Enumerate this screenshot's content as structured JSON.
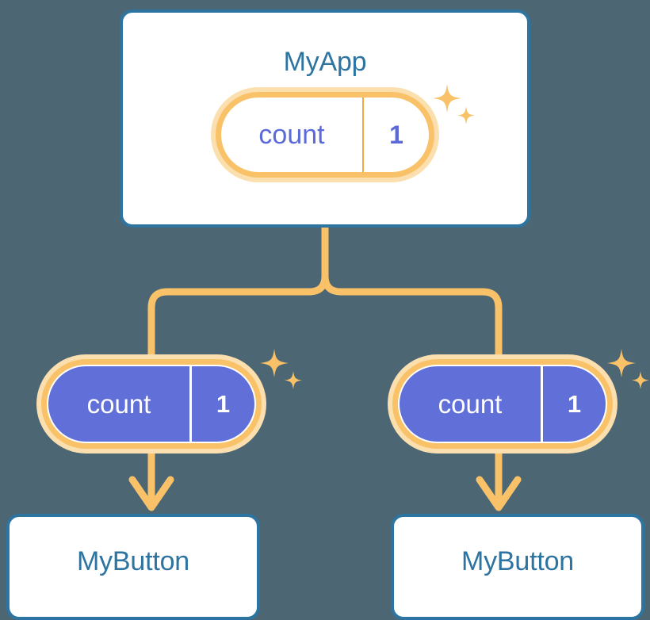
{
  "diagram": {
    "title": "MyApp prop drilling tree",
    "background_color": "#4c6773",
    "palette": {
      "card_border": "#2e74a0",
      "card_fill": "#ffffff",
      "title_text": "#2e74a0",
      "pill_halo": "#fbdfae",
      "pill_ring": "#f9c268",
      "pill_fill_purple": "#6170d8",
      "pill_text_purple": "#5b6ad8",
      "pill_text_white": "#ffffff",
      "connector": "#f9c268",
      "sparkle": "#f9c268"
    }
  },
  "root": {
    "card_label": "MyApp",
    "state_pill": {
      "key": "count",
      "value": "1",
      "style": "outlined"
    },
    "sparkle_icon": "sparkle-icon"
  },
  "children": [
    {
      "prop_pill": {
        "key": "count",
        "value": "1",
        "style": "filled"
      },
      "sparkle_icon": "sparkle-icon",
      "card_label": "MyButton"
    },
    {
      "prop_pill": {
        "key": "count",
        "value": "1",
        "style": "filled"
      },
      "sparkle_icon": "sparkle-icon",
      "card_label": "MyButton"
    }
  ]
}
